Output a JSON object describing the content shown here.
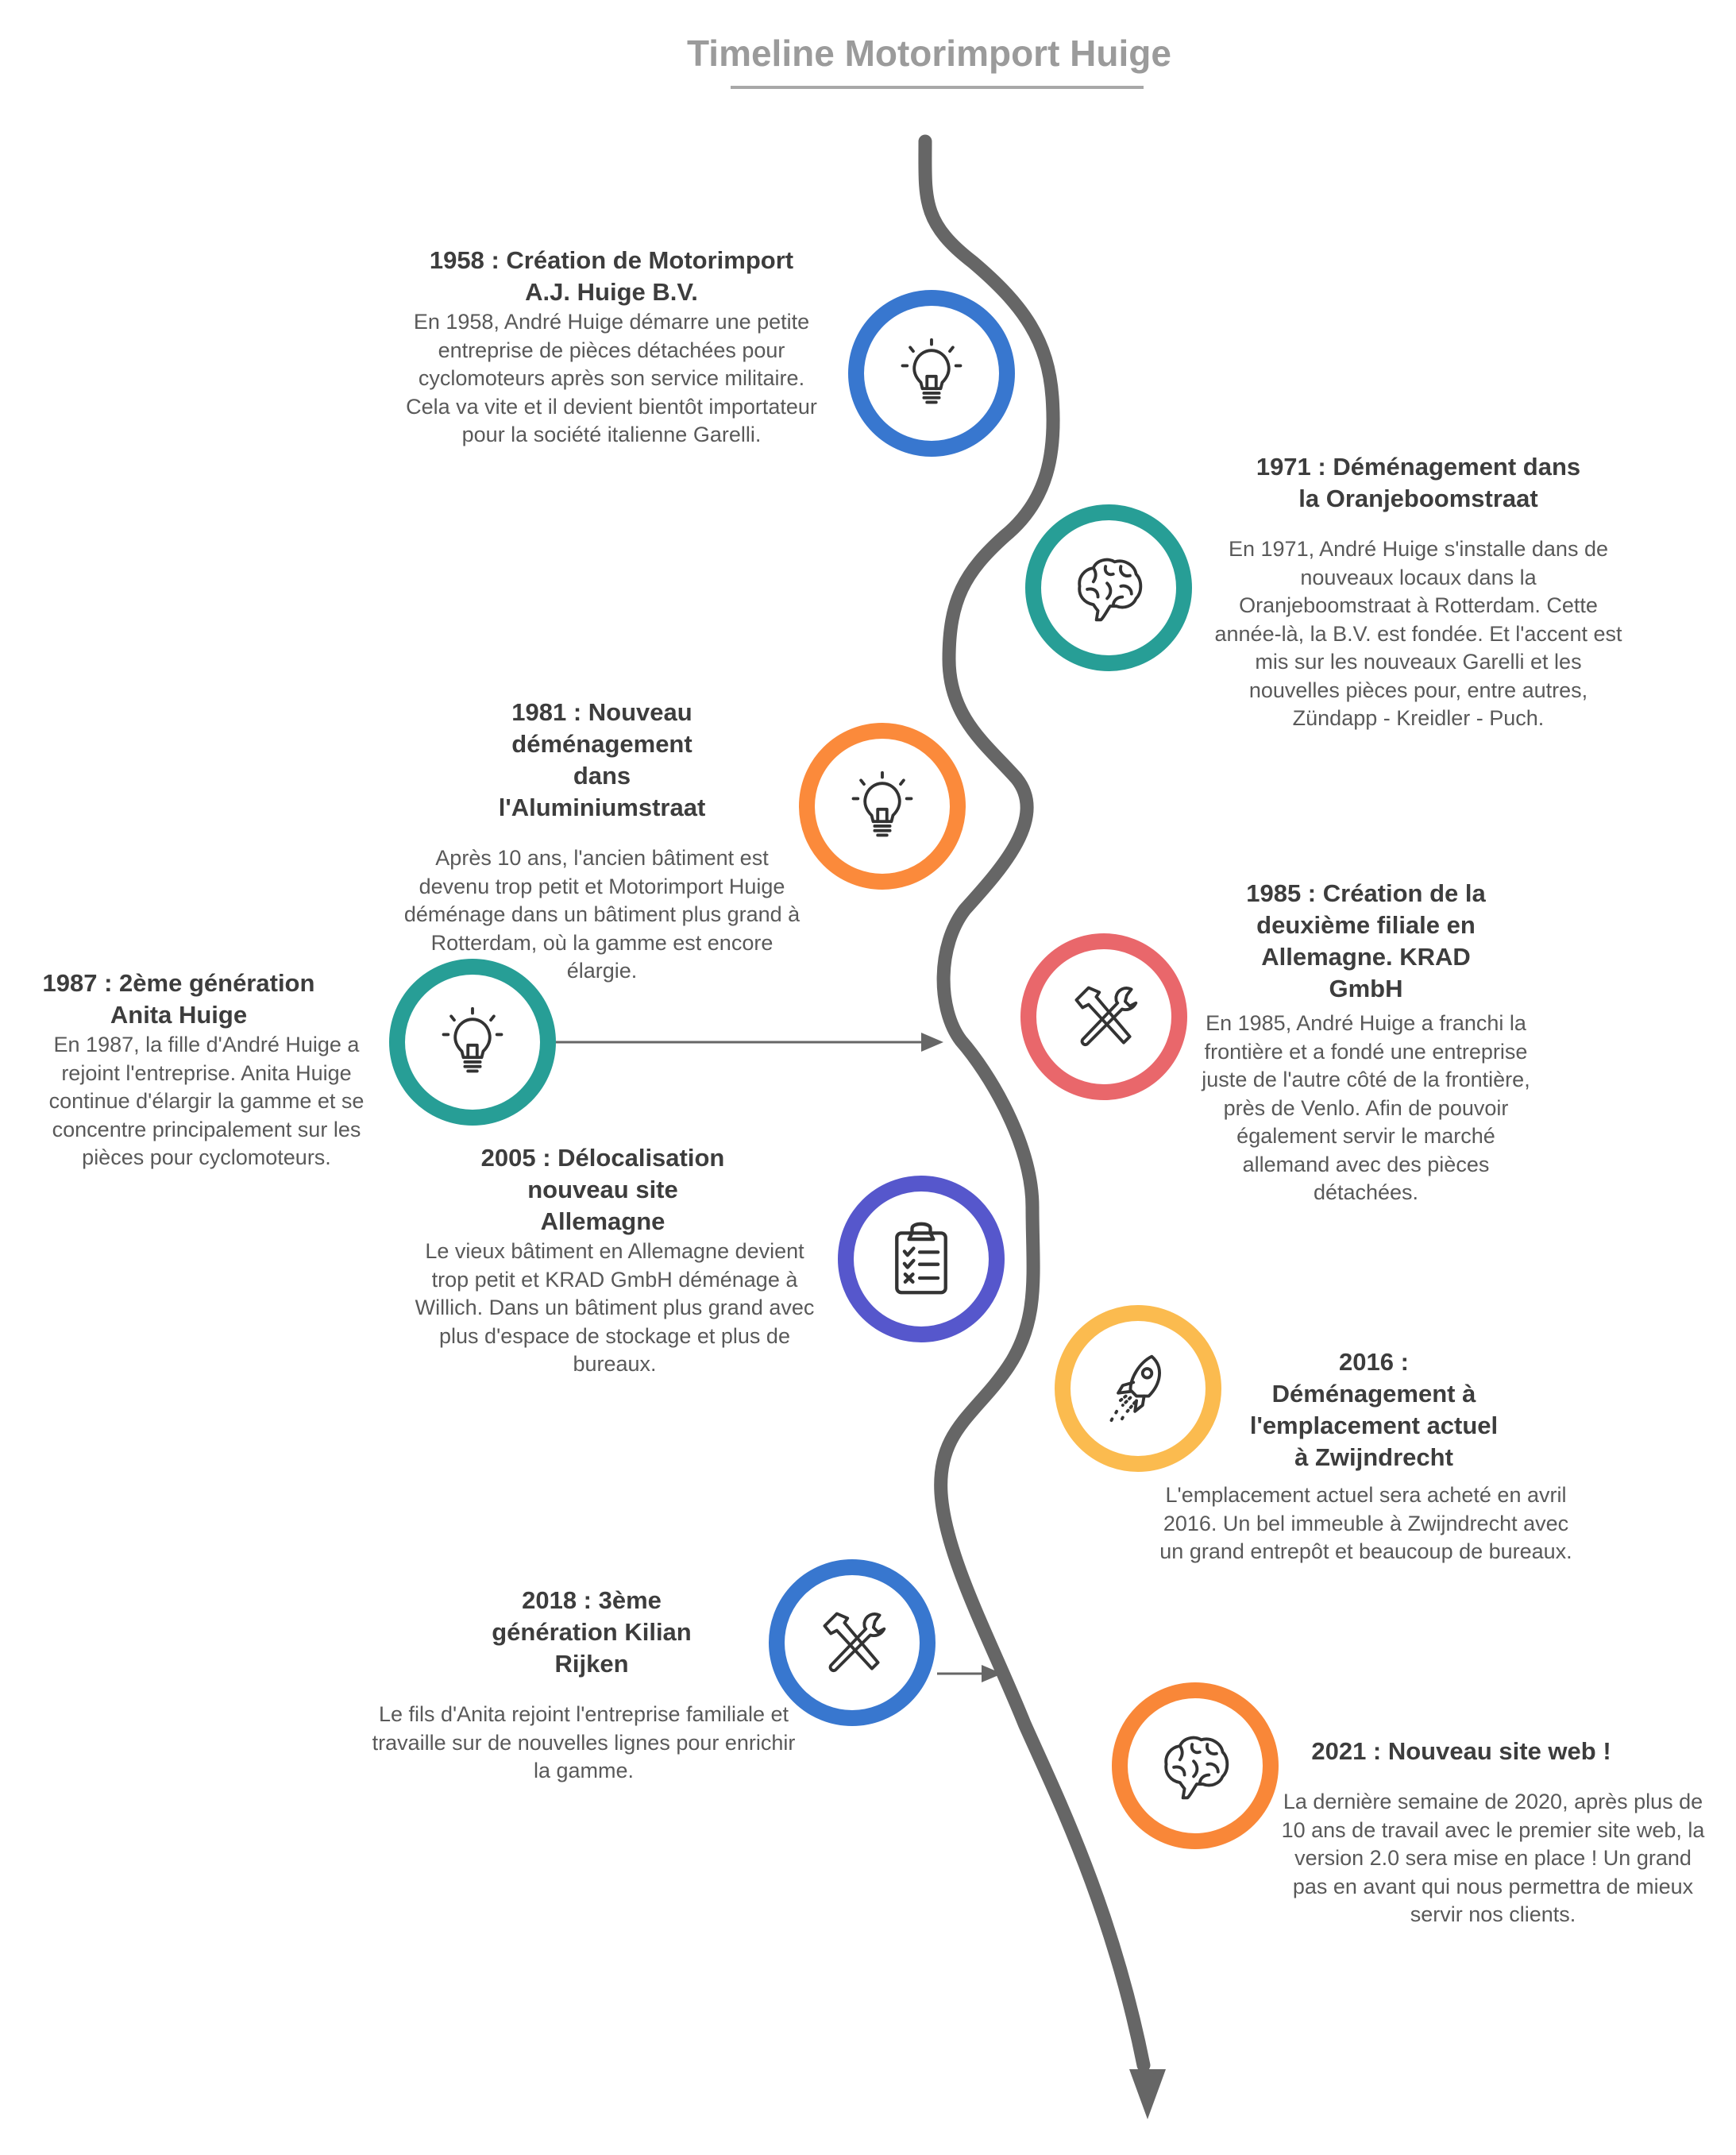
{
  "title": "Timeline Motorimport Huige",
  "colors": {
    "line": "#666666",
    "blue": "#3877cf",
    "teal": "#279e96",
    "orange": "#fb8a3b",
    "red": "#e9676b",
    "indigo": "#5657cc",
    "yellow": "#fbbb4f",
    "orange_dark": "#f98738"
  },
  "events": [
    {
      "year_title": "1958 : Création de Motorimport A.J. Huige B.V.",
      "text": "En 1958, André Huige démarre une petite entreprise de pièces détachées pour cyclomoteurs après son service militaire. Cela va vite et il devient bientôt importateur pour la société italienne Garelli.",
      "icon": "lightbulb-icon",
      "color": "#3877cf"
    },
    {
      "year_title": "1971 : Déménagement dans la Oranjeboomstraat",
      "text": "En 1971, André Huige s'installe dans de nouveaux locaux dans la Oranjeboomstraat à Rotterdam. Cette année-là, la B.V. est fondée. Et l'accent est mis sur les nouveaux Garelli et les nouvelles pièces pour, entre autres, Zündapp - Kreidler - Puch.",
      "icon": "brain-icon",
      "color": "#279e96"
    },
    {
      "year_title": "1981 : Nouveau déménagement dans l'Aluminiumstraat",
      "text": "Après 10 ans, l'ancien bâtiment est devenu trop petit et Motorimport Huige déménage dans un bâtiment plus grand à Rotterdam, où la gamme est encore élargie.",
      "icon": "lightbulb-icon",
      "color": "#fb8a3b"
    },
    {
      "year_title": "1985 : Création de la deuxième filiale en Allemagne. KRAD GmbH",
      "text": "En 1985, André Huige a franchi la frontière et a fondé une entreprise juste de l'autre côté de la frontière, près de Venlo. Afin de pouvoir également servir le marché allemand avec des pièces détachées.",
      "icon": "tools-icon",
      "color": "#e9676b"
    },
    {
      "year_title": "1987 : 2ème génération Anita Huige",
      "text": "En 1987, la fille d'André Huige a rejoint l'entreprise. Anita Huige continue d'élargir la gamme et se concentre principalement sur les pièces pour cyclomoteurs.",
      "icon": "lightbulb-icon",
      "color": "#279e96"
    },
    {
      "year_title": "2005 : Délocalisation nouveau site Allemagne",
      "text": "Le vieux bâtiment en Allemagne devient trop petit et KRAD GmbH déménage à Willich. Dans un bâtiment plus grand avec plus d'espace de stockage et plus de bureaux.",
      "icon": "clipboard-checklist-icon",
      "color": "#5657cc"
    },
    {
      "year_title": "2016 : Déménagement à l'emplacement actuel à Zwijndrecht",
      "text": "L'emplacement actuel sera acheté en avril 2016. Un bel immeuble à Zwijndrecht avec un grand entrepôt et beaucoup de bureaux.",
      "icon": "rocket-icon",
      "color": "#fbbb4f"
    },
    {
      "year_title": "2018 : 3ème génération Kilian Rijken",
      "text": "Le fils d'Anita rejoint l'entreprise familiale et travaille sur de nouvelles lignes pour enrichir la gamme.",
      "icon": "tools-icon",
      "color": "#3877cf"
    },
    {
      "year_title": "2021 : Nouveau site web !",
      "text": "La dernière semaine de 2020, après plus de 10 ans de travail avec le premier site web, la version 2.0 sera mise en place ! Un grand pas en avant qui nous permettra de mieux servir nos clients.",
      "icon": "brain-icon",
      "color": "#f98738"
    }
  ]
}
